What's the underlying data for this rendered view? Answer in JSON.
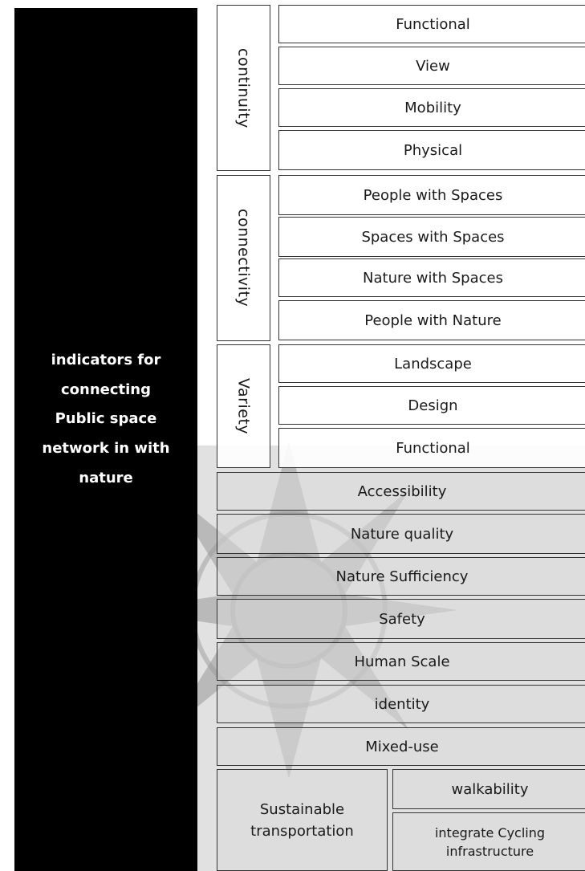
{
  "main_title": [
    "indicators for",
    "connecting",
    "Public space",
    "network in with",
    "nature"
  ],
  "groups": [
    {
      "label": "continuity",
      "items": [
        "Functional",
        "View",
        "Mobility",
        "Physical"
      ]
    },
    {
      "label": "connectivity",
      "items": [
        "People with Spaces",
        "Spaces with Spaces",
        "Nature with Spaces",
        "People with Nature"
      ]
    },
    {
      "label": "Variety",
      "items": [
        "Landscape",
        "Design",
        "Functional"
      ]
    }
  ],
  "singles": [
    "Accessibility",
    "Nature quality",
    "Nature Sufficiency",
    "Safety",
    "Human Scale",
    "identity",
    "Mixed-use"
  ],
  "transport": {
    "label": [
      "Sustainable",
      "transportation"
    ],
    "items": [
      "walkability",
      "integrate Cycling infrastructure"
    ]
  },
  "colors": {
    "panel": "#000000",
    "border": "#333333",
    "text": "#1a1a1a",
    "watermark": "#c9c9c9"
  }
}
